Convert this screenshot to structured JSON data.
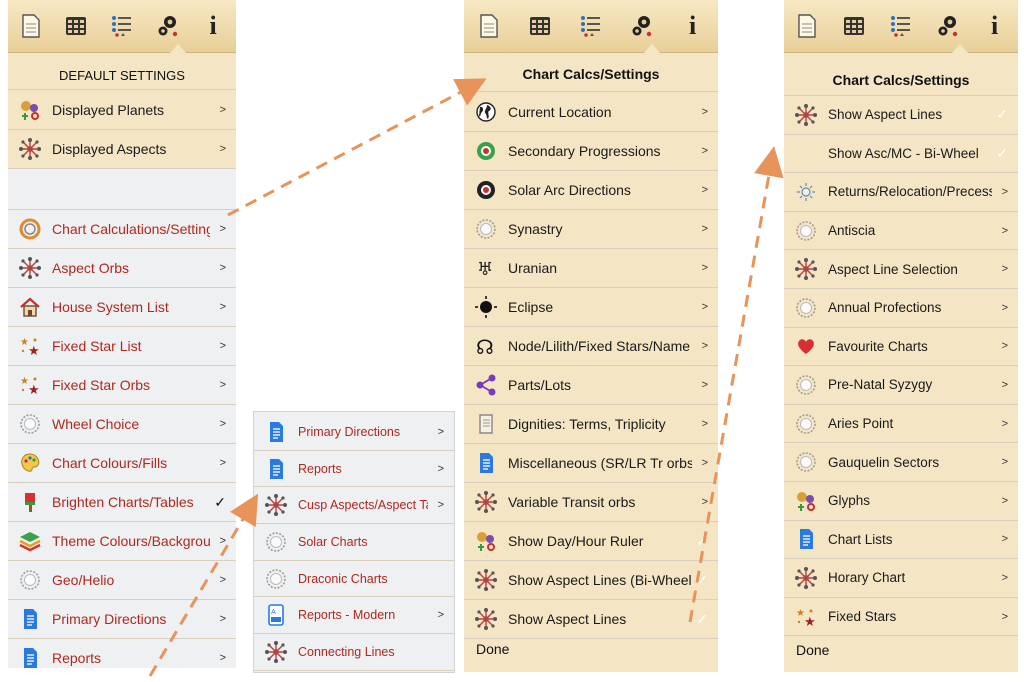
{
  "panel1": {
    "header": "DEFAULT SETTINGS",
    "items": [
      {
        "label": "Displayed Planets",
        "icon": "planets-icon",
        "chev": ">"
      },
      {
        "label": "Displayed Aspects",
        "icon": "aspects-icon",
        "chev": ">"
      },
      {
        "label": "Chart Calculations/Settings",
        "icon": "chart-ring-icon",
        "chev": ">"
      },
      {
        "label": "Aspect Orbs",
        "icon": "aspects-icon",
        "chev": ">"
      },
      {
        "label": "House System List",
        "icon": "house-icon",
        "chev": ">"
      },
      {
        "label": "Fixed Star List",
        "icon": "stars-icon",
        "chev": ">"
      },
      {
        "label": "Fixed Star Orbs",
        "icon": "stars-icon",
        "chev": ">"
      },
      {
        "label": "Wheel Choice",
        "icon": "wheel-icon",
        "chev": ">"
      },
      {
        "label": "Chart Colours/Fills",
        "icon": "palette-icon",
        "chev": ">"
      },
      {
        "label": "Brighten Charts/Tables",
        "icon": "paint-brush-icon",
        "chev": "✓"
      },
      {
        "label": "Theme Colours/Background",
        "icon": "layers-icon",
        "chev": ">"
      },
      {
        "label": "Geo/Helio",
        "icon": "wheel-icon",
        "chev": ">"
      },
      {
        "label": "Primary Directions",
        "icon": "document-icon",
        "chev": ">"
      },
      {
        "label": "Reports",
        "icon": "document-icon",
        "chev": ">"
      }
    ]
  },
  "panel2": {
    "items": [
      {
        "label": "Primary Directions",
        "icon": "document-icon",
        "chev": ">"
      },
      {
        "label": "Reports",
        "icon": "document-icon",
        "chev": ">"
      },
      {
        "label": "Cusp Aspects/Aspect Table",
        "icon": "aspects-icon",
        "chev": ">"
      },
      {
        "label": "Solar Charts",
        "icon": "wheel-icon",
        "chev": ""
      },
      {
        "label": "Draconic Charts",
        "icon": "wheel-icon",
        "chev": ""
      },
      {
        "label": "Reports - Modern",
        "icon": "report-modern-icon",
        "chev": ">"
      },
      {
        "label": "Connecting Lines",
        "icon": "aspects-icon",
        "chev": ""
      }
    ]
  },
  "panel3": {
    "header": "Chart Calcs/Settings",
    "items": [
      {
        "label": "Current Location",
        "icon": "globe-icon",
        "chev": ">"
      },
      {
        "label": "Secondary Progressions",
        "icon": "progression-icon",
        "chev": ">"
      },
      {
        "label": "Solar Arc Directions",
        "icon": "solar-arc-icon",
        "chev": ">"
      },
      {
        "label": "Synastry",
        "icon": "wheel-icon",
        "chev": ">"
      },
      {
        "label": "Uranian",
        "icon": "uranian-icon",
        "chev": ">"
      },
      {
        "label": "Eclipse",
        "icon": "eclipse-icon",
        "chev": ">"
      },
      {
        "label": "Node/Lilith/Fixed Stars/Name",
        "icon": "node-icon",
        "chev": ">"
      },
      {
        "label": "Parts/Lots",
        "icon": "share-icon",
        "chev": ">"
      },
      {
        "label": "Dignities: Terms, Triplicity",
        "icon": "scroll-icon",
        "chev": ">"
      },
      {
        "label": "Miscellaneous (SR/LR Tr orbs)",
        "icon": "document-icon",
        "chev": ">"
      },
      {
        "label": "Variable Transit orbs",
        "icon": "aspects-icon",
        "chev": ">"
      },
      {
        "label": "Show Day/Hour Ruler",
        "icon": "planets-icon",
        "chev": "✓"
      },
      {
        "label": "Show Aspect Lines (Bi-Wheel)",
        "icon": "aspects-icon",
        "chev": "✓"
      },
      {
        "label": "Show Aspect Lines",
        "icon": "aspects-icon",
        "chev": "✓"
      }
    ],
    "done": "Done"
  },
  "panel4": {
    "header": "Chart Calcs/Settings",
    "items": [
      {
        "label": "Show Aspect Lines",
        "icon": "aspects-icon",
        "chev": "✓"
      },
      {
        "label": "Show Asc/MC - Bi-Wheel",
        "icon": "",
        "chev": "✓"
      },
      {
        "label": "Returns/Relocation/Precession",
        "icon": "sun-icon",
        "chev": ">"
      },
      {
        "label": "Antiscia",
        "icon": "wheel-icon",
        "chev": ">"
      },
      {
        "label": "Aspect Line Selection",
        "icon": "aspects-icon",
        "chev": ">"
      },
      {
        "label": "Annual Profections",
        "icon": "wheel-icon",
        "chev": ">"
      },
      {
        "label": "Favourite Charts",
        "icon": "heart-icon",
        "chev": ">"
      },
      {
        "label": "Pre-Natal Syzygy",
        "icon": "wheel-icon",
        "chev": ">"
      },
      {
        "label": "Aries Point",
        "icon": "wheel-icon",
        "chev": ">"
      },
      {
        "label": "Gauquelin Sectors",
        "icon": "wheel-icon",
        "chev": ">"
      },
      {
        "label": "Glyphs",
        "icon": "planets-icon",
        "chev": ">"
      },
      {
        "label": "Chart Lists",
        "icon": "document-icon",
        "chev": ">"
      },
      {
        "label": "Horary Chart",
        "icon": "aspects-icon",
        "chev": ">"
      },
      {
        "label": "Fixed Stars",
        "icon": "stars-icon",
        "chev": ">"
      }
    ],
    "done": "Done"
  },
  "toolbar": {
    "info": "i"
  },
  "colors": {
    "beige": "#f4e6c4",
    "grey": "#eef0f2",
    "red_text": "#b0281e",
    "dark_text": "#2a2a2a",
    "arrow": "#e8935a"
  }
}
